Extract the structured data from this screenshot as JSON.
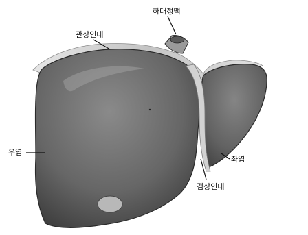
{
  "labels": {
    "coronary_ligament": "관상인대",
    "inferior_vena_cava": "하대정맥",
    "right_lobe": "우엽",
    "left_lobe": "좌엽",
    "falciform_ligament": "겸상인대"
  },
  "colors": {
    "liver_fill": "#6a6a6a",
    "liver_dark": "#3a3a3a",
    "ligament_fill": "#d8d8d8",
    "background": "#ffffff"
  }
}
